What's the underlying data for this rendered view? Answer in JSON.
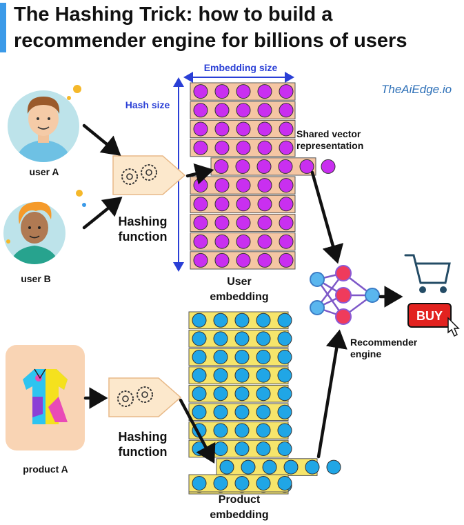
{
  "title": "The Hashing Trick: how to build a recommender engine for billions of users",
  "brand": "TheAiEdge.io",
  "labels": {
    "embedding_size": "Embedding size",
    "hash_size": "Hash size",
    "shared_vector_line1": "Shared vector",
    "shared_vector_line2": "representation",
    "user_a": "user A",
    "user_b": "user B",
    "product_a": "product A",
    "hashing_function_line1": "Hashing",
    "hashing_function_line2": "function",
    "user_embedding_line1": "User",
    "user_embedding_line2": "embedding",
    "product_embedding_line1": "Product",
    "product_embedding_line2": "embedding",
    "recommender_line1": "Recommender",
    "recommender_line2": "engine",
    "buy_button": "BUY"
  },
  "colors": {
    "accent_bar": "#3b9ae8",
    "user_row_fill": "#f5c6a3",
    "user_dot": "#c92ff0",
    "product_row_fill": "#f6e56b",
    "product_dot": "#20a6e6",
    "arrow_blue": "#2a3fd6",
    "buy_red": "#e2221f",
    "nn_red": "#ef3b5c",
    "nn_purple": "#8a5bd8",
    "nn_blue": "#5ab6ee"
  },
  "embedding_tables": {
    "user": {
      "rows": 10,
      "dots_per_row": 5,
      "highlighted_row": 4
    },
    "product": {
      "rows": 10,
      "dots_per_row": 5,
      "highlighted_row": 8
    }
  }
}
